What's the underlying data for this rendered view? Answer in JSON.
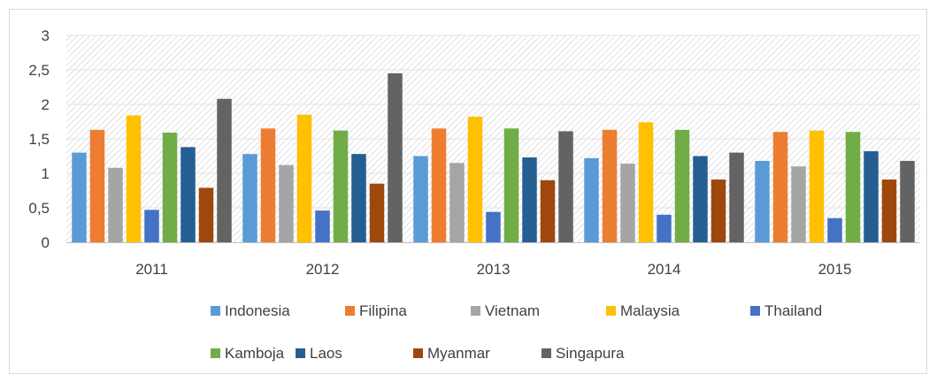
{
  "chart_data": {
    "type": "bar",
    "title": "",
    "xlabel": "",
    "ylabel": "",
    "ylim": [
      0,
      3
    ],
    "yticks": [
      "0",
      "0,5",
      "1",
      "1,5",
      "2",
      "2,5",
      "3"
    ],
    "grid": true,
    "plot_area_pattern": "diagonal-hatch",
    "legend_position": "bottom",
    "categories": [
      "2011",
      "2012",
      "2013",
      "2014",
      "2015"
    ],
    "series": [
      {
        "name": "Indonesia",
        "color": "#5B9BD5",
        "values": [
          1.3,
          1.28,
          1.25,
          1.22,
          1.18
        ]
      },
      {
        "name": "Filipina",
        "color": "#ED7D31",
        "values": [
          1.63,
          1.65,
          1.65,
          1.63,
          1.6
        ]
      },
      {
        "name": "Vietnam",
        "color": "#A5A5A5",
        "values": [
          1.08,
          1.12,
          1.15,
          1.14,
          1.1
        ]
      },
      {
        "name": "Malaysia",
        "color": "#FFC000",
        "values": [
          1.84,
          1.85,
          1.82,
          1.74,
          1.62
        ]
      },
      {
        "name": "Thailand",
        "color": "#4472C4",
        "values": [
          0.47,
          0.46,
          0.44,
          0.4,
          0.35
        ]
      },
      {
        "name": "Kamboja",
        "color": "#70AD47",
        "values": [
          1.59,
          1.62,
          1.65,
          1.63,
          1.6
        ]
      },
      {
        "name": "Laos",
        "color": "#255E91",
        "values": [
          1.38,
          1.28,
          1.23,
          1.25,
          1.32
        ]
      },
      {
        "name": "Myanmar",
        "color": "#9E480E",
        "values": [
          0.79,
          0.85,
          0.9,
          0.91,
          0.91
        ]
      },
      {
        "name": "Singapura",
        "color": "#636363",
        "values": [
          2.08,
          2.45,
          1.61,
          1.3,
          1.18
        ]
      }
    ]
  }
}
